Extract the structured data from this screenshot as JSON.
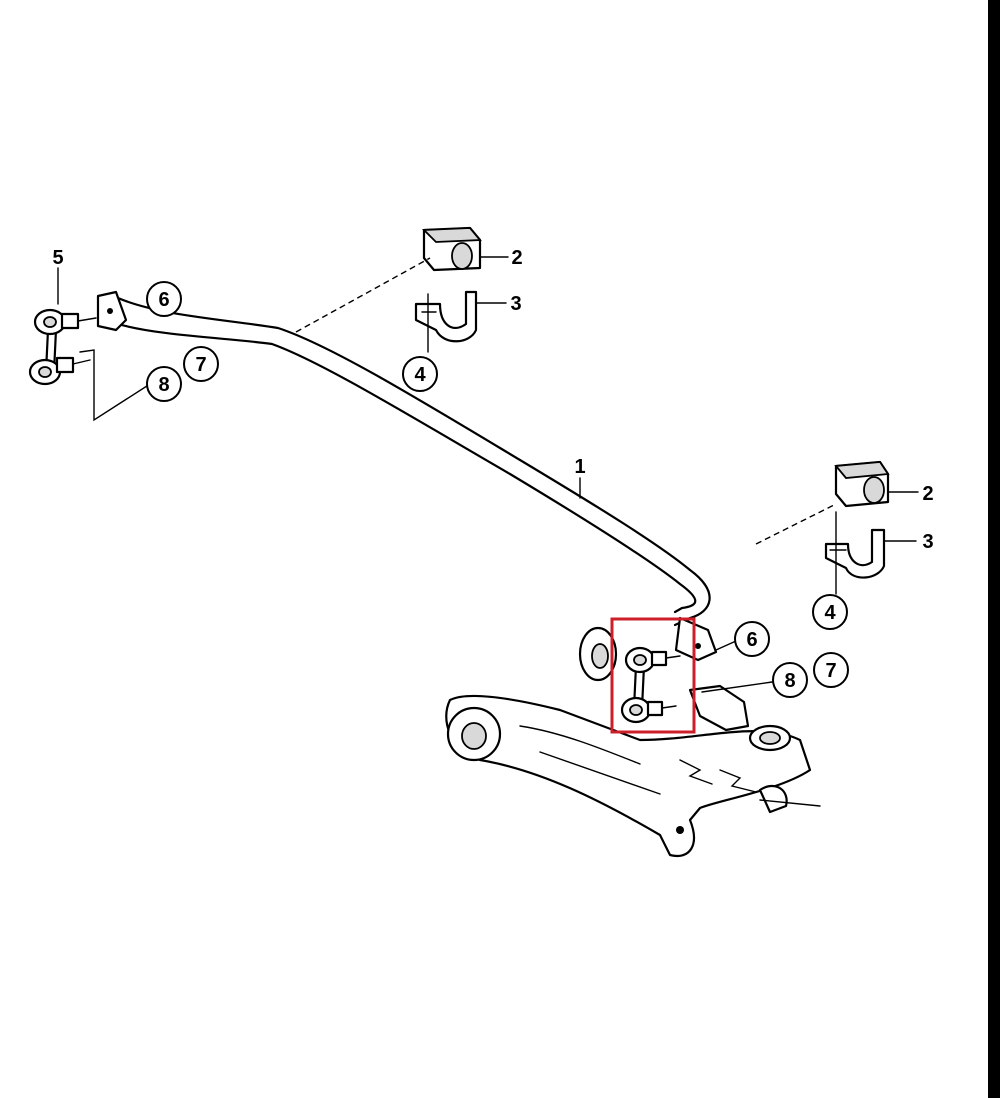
{
  "diagram": {
    "highlight_color": "#cc1f2a",
    "callouts": {
      "c1": "1",
      "c2_top": "2",
      "c2_right": "2",
      "c3_top": "3",
      "c3_right": "3",
      "c4_top": "4",
      "c4_right": "4",
      "c5": "5",
      "c6_left": "6",
      "c6_right": "6",
      "c7_left": "7",
      "c7_right": "7",
      "c8_left": "8",
      "c8_right": "8"
    }
  }
}
